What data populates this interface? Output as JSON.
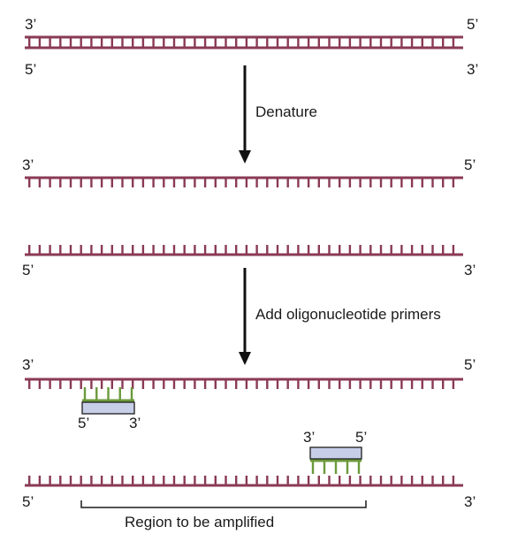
{
  "colors": {
    "strand": "#8a3a55",
    "primer_outline": "#2b2b2b",
    "primer_fill": "#c7cfe8",
    "primer_teeth": "#6a9a3a",
    "arrow": "#111111",
    "text": "#1a1a1a"
  },
  "labels": {
    "denature": "Denature",
    "add_primers": "Add oligonucleotide primers",
    "region": "Region to be amplified"
  },
  "ends": {
    "three_prime": "3’",
    "five_prime": "5’"
  }
}
